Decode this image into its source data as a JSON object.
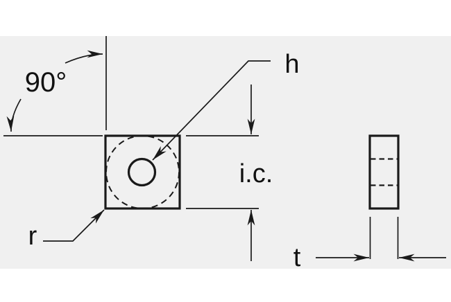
{
  "figure": {
    "type": "technical-drawing-insert",
    "labels": {
      "corner_angle": "90°",
      "hole": "h",
      "inscribed_circle": "i.c.",
      "corner_radius": "r",
      "thickness": "t"
    },
    "colors": {
      "canvas": "#f0f0f0",
      "page": "#ffffff",
      "line": "#1a1a1a"
    }
  }
}
